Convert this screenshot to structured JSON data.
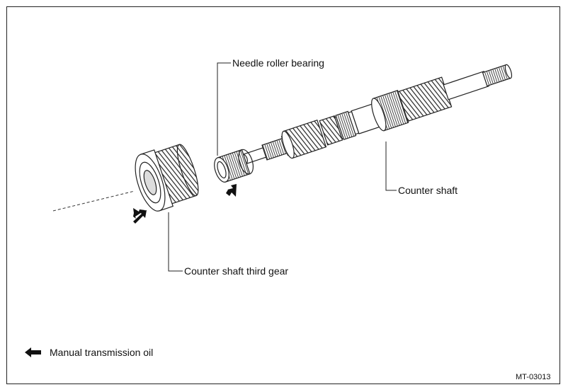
{
  "labels": {
    "needle_bearing": "Needle roller bearing",
    "counter_shaft": "Counter shaft",
    "third_gear": "Counter shaft third gear"
  },
  "legend": {
    "oil": "Manual transmission oil"
  },
  "figure_code": "MT-03013"
}
